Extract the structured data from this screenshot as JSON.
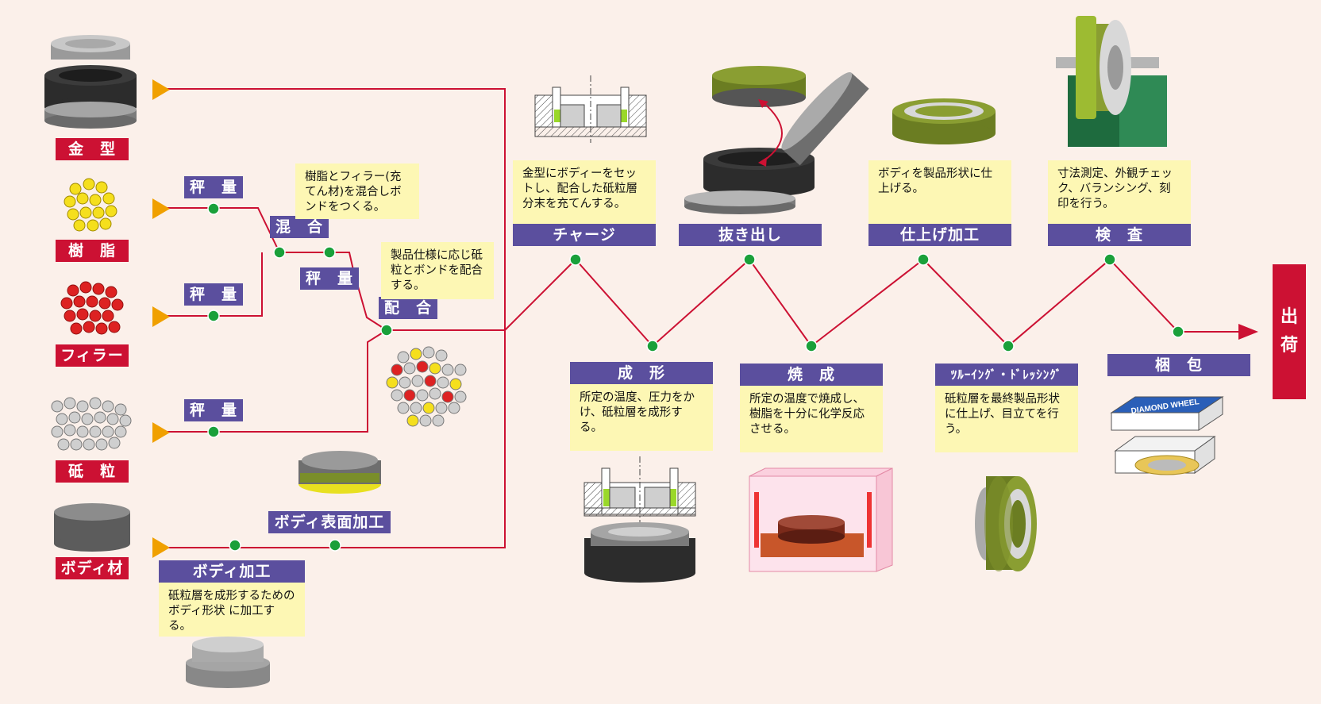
{
  "materials": {
    "mold": "金　型",
    "resin": "樹　脂",
    "filler": "フィラー",
    "abrasive": "砥　粒",
    "body": "ボディ材"
  },
  "steps": {
    "weigh_resin": "秤　量",
    "weigh_filler": "秤　量",
    "weigh_mix": "秤　量",
    "weigh_abrasive": "秤　量",
    "mix": "混　合",
    "compound": "配　合",
    "body_surface": "ボディ表面加工",
    "body_process": "ボディ加工",
    "charge": "チャージ",
    "mold_forming": "成　形",
    "demold": "抜き出し",
    "firing": "焼　成",
    "finishing": "仕上げ加工",
    "truing": "ﾂﾙｰｲﾝｸﾞ・ﾄﾞﾚｯｼﾝｸﾞ",
    "inspection": "検　査",
    "packing": "梱　包"
  },
  "notes": {
    "mix": "樹脂とフィラー(充てん材)を混合しボンドをつくる。",
    "compound": "製品仕様に応じ砥粒とボンドを配合する。",
    "body_process": "砥粒層を成形するためのボディ形状 に加工する。",
    "charge": "金型にボディーをセットし、配合した砥粒層分末を充てんする。",
    "forming": "所定の温度、圧力をかけ、砥粒層を成形する。",
    "firing": "所定の温度で焼成し、樹脂を十分に化学反応させる。",
    "finishing": "ボディを製品形状に仕上げる。",
    "truing": "砥粒層を最終製品形状に仕上げ、目立てを行う。",
    "inspection": "寸法測定、外観チェック、バランシング、刻印を行う。"
  },
  "shipping": {
    "char1": "出",
    "char2": "荷"
  },
  "box_label": "DIAMOND WHEEL",
  "colors": {
    "red": "#cc1133",
    "blue": "#5b4f9e",
    "note": "#fdf7b4",
    "line": "#cc1133",
    "dot": "#1aa03a",
    "arrow": "#f0a000"
  }
}
